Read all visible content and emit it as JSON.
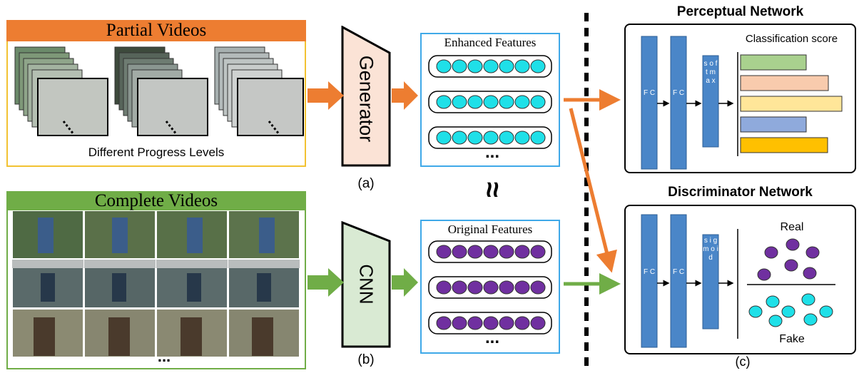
{
  "partial": {
    "title": "Partial Videos",
    "caption": "Different Progress Levels",
    "header_color": "#ED7D31",
    "border_color": "#F2C232"
  },
  "complete": {
    "title": "Complete Videos",
    "ellipsis": "...",
    "header_color": "#70AD47",
    "border_color": "#70AD47"
  },
  "generator": {
    "label": "Generator",
    "fill": "#FBE3D6",
    "caption": "(a)"
  },
  "cnn": {
    "label": "CNN",
    "fill": "#D9EAD3",
    "caption": "(b)"
  },
  "enhanced": {
    "title": "Enhanced Features",
    "ellipsis": "...",
    "dot_color": "#1FE0E8"
  },
  "original": {
    "title": "Original Features",
    "ellipsis": "...",
    "dot_color": "#7030A0"
  },
  "approx_symbol": "≈",
  "perceptual": {
    "title": "Perceptual Network",
    "fc1": "F C",
    "fc2": "F C",
    "softmax": "s o f t m a x",
    "score_label": "Classification score",
    "bars": [
      {
        "value": 0.58,
        "color": "#A9D18E"
      },
      {
        "value": 0.78,
        "color": "#F8CBAD"
      },
      {
        "value": 0.9,
        "color": "#FFE699"
      },
      {
        "value": 0.58,
        "color": "#8FAADC"
      },
      {
        "value": 0.77,
        "color": "#FFC000"
      }
    ]
  },
  "discriminator": {
    "title": "Discriminator Network",
    "fc1": "F C",
    "fc2": "F C",
    "sigmoid": "s i g m o i d",
    "real_label": "Real",
    "fake_label": "Fake",
    "caption": "(c)",
    "real_color": "#7030A0",
    "fake_color": "#1FE0E8"
  },
  "colors": {
    "orange_arrow": "#ED7D31",
    "green_arrow": "#70AD47",
    "fc_blue": "#4A86C8",
    "feature_border": "#3FA9E8"
  }
}
